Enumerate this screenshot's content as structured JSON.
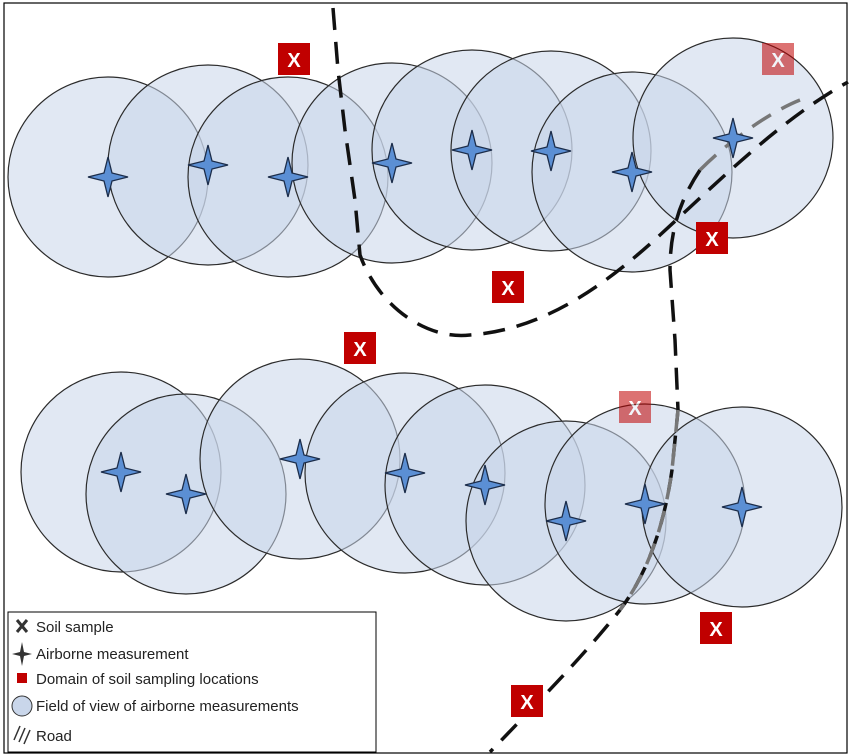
{
  "colors": {
    "fov_fill": "#c9d6ea",
    "fov_stroke": "#2b2b2b",
    "star_fill": "#5b8fd4",
    "star_stroke": "#1c2d4a",
    "sample_fill": "#c00000",
    "road": "#111111",
    "frame": "#000000"
  },
  "legend": {
    "items": [
      {
        "icon": "x-mark-icon",
        "label": "Soil sample"
      },
      {
        "icon": "four-point-star-icon",
        "label": "Airborne measurement"
      },
      {
        "icon": "red-square-icon",
        "label": "Domain of soil sampling  locations"
      },
      {
        "icon": "circle-icon",
        "label": "Field of view of airborne measurements"
      },
      {
        "icon": "road-lines-icon",
        "label": "Road"
      }
    ]
  },
  "sample_mark_text": "X"
}
